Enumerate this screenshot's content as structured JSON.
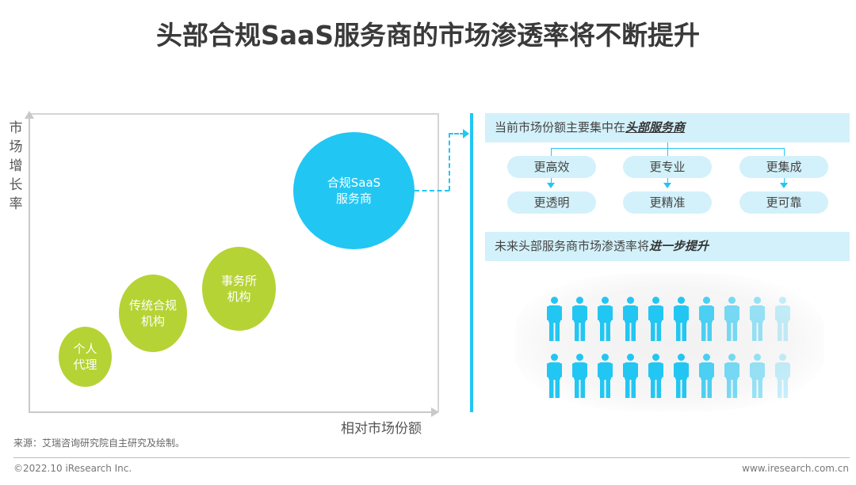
{
  "title": "头部合规SaaS服务商的市场渗透率将不断提升",
  "chart_data": {
    "type": "scatter",
    "title": "头部合规SaaS服务商的市场渗透率将不断提升",
    "xlabel": "相对市场份额",
    "ylabel": "市场增长率",
    "grid": false,
    "points": [
      {
        "label": "个人代理",
        "x": 1,
        "y": 1,
        "size": "small",
        "color": "#b5d334"
      },
      {
        "label": "传统合规机构",
        "x": 2,
        "y": 2,
        "size": "medium",
        "color": "#b5d334"
      },
      {
        "label": "事务所机构",
        "x": 3,
        "y": 3,
        "size": "medium",
        "color": "#b5d334"
      },
      {
        "label": "合规SaaS服务商",
        "x": 4,
        "y": 5,
        "size": "large",
        "color": "#22c6f2"
      }
    ]
  },
  "axes": {
    "y_label_chars": [
      "市",
      "场",
      "增",
      "长",
      "率"
    ],
    "x_label": "相对市场份额"
  },
  "bubbles": [
    {
      "line1": "个人",
      "line2": "代理"
    },
    {
      "line1": "传统合规",
      "line2": "机构"
    },
    {
      "line1": "事务所",
      "line2": "机构"
    },
    {
      "line1": "合规SaaS",
      "line2": "服务商"
    }
  ],
  "right_panel": {
    "banner1": {
      "prefix": "当前市场份额主要集中在",
      "emphasis": "头部服务商"
    },
    "pills_top": [
      "更高效",
      "更专业",
      "更集成"
    ],
    "pills_bottom": [
      "更透明",
      "更精准",
      "更可靠"
    ],
    "banner2": {
      "prefix": "未来头部服务商市场渗透率将",
      "emphasis": "进一步提升"
    },
    "people_rows": 2,
    "people_per_row": 10,
    "people_color": "#22c6f2"
  },
  "colors": {
    "green": "#b5d334",
    "blue": "#22c6f2",
    "light_blue": "#d3f1fa"
  },
  "footer": {
    "source": "来源：艾瑞咨询研究院自主研究及绘制。",
    "copyright": "©2022.10 iResearch Inc.",
    "website": "www.iresearch.com.cn"
  }
}
